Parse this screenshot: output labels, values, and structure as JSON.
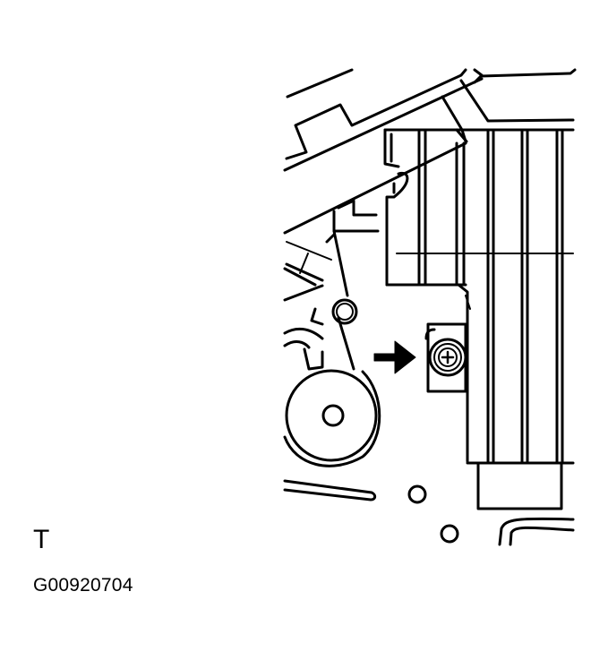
{
  "figure": {
    "view_label": "T",
    "figure_id": "G00920704",
    "callouts": [
      {
        "type": "arrow",
        "points_to": "screw",
        "icon": "arrow-right-icon"
      }
    ],
    "parts": [
      "heater-unit-housing",
      "mounting-bracket",
      "phillips-screw",
      "circular-bracket",
      "pipe-clamp",
      "duct-panel"
    ],
    "colors": {
      "line": "#000000",
      "background": "#ffffff"
    }
  }
}
